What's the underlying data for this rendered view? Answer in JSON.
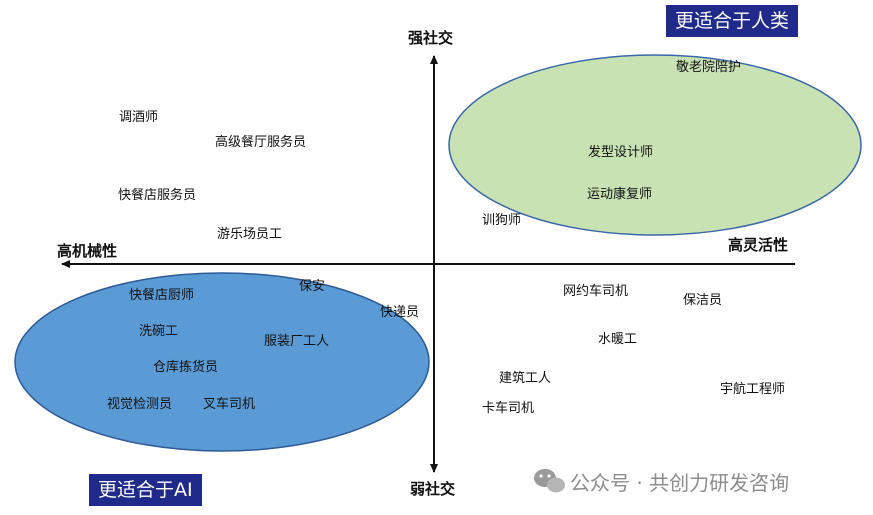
{
  "axes": {
    "top": "强社交",
    "bottom": "弱社交",
    "left": "高机械性",
    "right": "高灵活性"
  },
  "badges": {
    "human": "更适合于人类",
    "ai": "更适合于AI"
  },
  "colors": {
    "human_region": "#c9e2b4",
    "ai_region": "#5b9bd5",
    "badge_bg": "#1f2a8a"
  },
  "jobs": {
    "bartender": "调酒师",
    "fine_dining_server": "高级餐厅服务员",
    "fast_food_server": "快餐店服务员",
    "amusement_park_staff": "游乐场员工",
    "elder_care": "敬老院陪护",
    "hair_stylist": "发型设计师",
    "sports_rehab": "运动康复师",
    "dog_trainer": "训狗师",
    "fast_food_cook": "快餐店厨师",
    "security_guard": "保安",
    "dishwasher": "洗碗工",
    "courier": "快递员",
    "garment_worker": "服装厂工人",
    "warehouse_picker": "仓库拣货员",
    "visual_inspector": "视觉检测员",
    "forklift_driver": "叉车司机",
    "ride_hailing_driver": "网约车司机",
    "cleaner": "保洁员",
    "plumber": "水暖工",
    "construction_worker": "建筑工人",
    "truck_driver": "卡车司机",
    "aerospace_engineer": "宇航工程师"
  },
  "watermark": "公众号 · 共创力研发咨询"
}
